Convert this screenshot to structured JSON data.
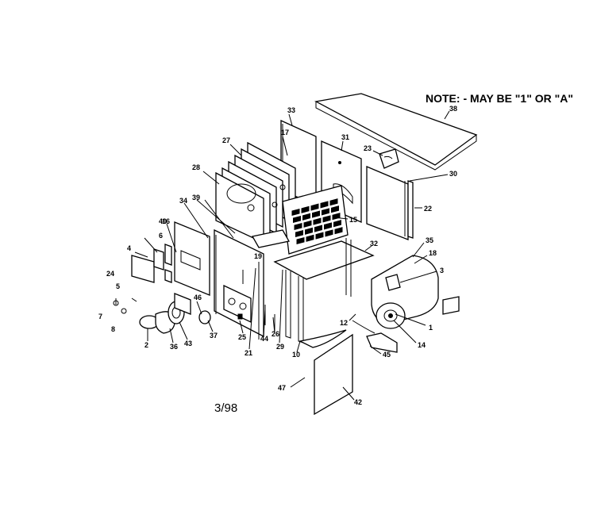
{
  "note": "NOTE:  - MAY BE \"1\" OR \"A\"",
  "date": "3/98",
  "callouts": [
    "1",
    "2",
    "3",
    "4",
    "5",
    "6",
    "7",
    "8",
    "10",
    "12",
    "14",
    "15",
    "16",
    "17",
    "18",
    "19",
    "21",
    "22",
    "23",
    "24",
    "25",
    "26",
    "27",
    "28",
    "29",
    "30",
    "31",
    "32",
    "33",
    "34",
    "35",
    "36",
    "37",
    "38",
    "39",
    "40",
    "42",
    "43",
    "44",
    "45",
    "46",
    "47"
  ]
}
